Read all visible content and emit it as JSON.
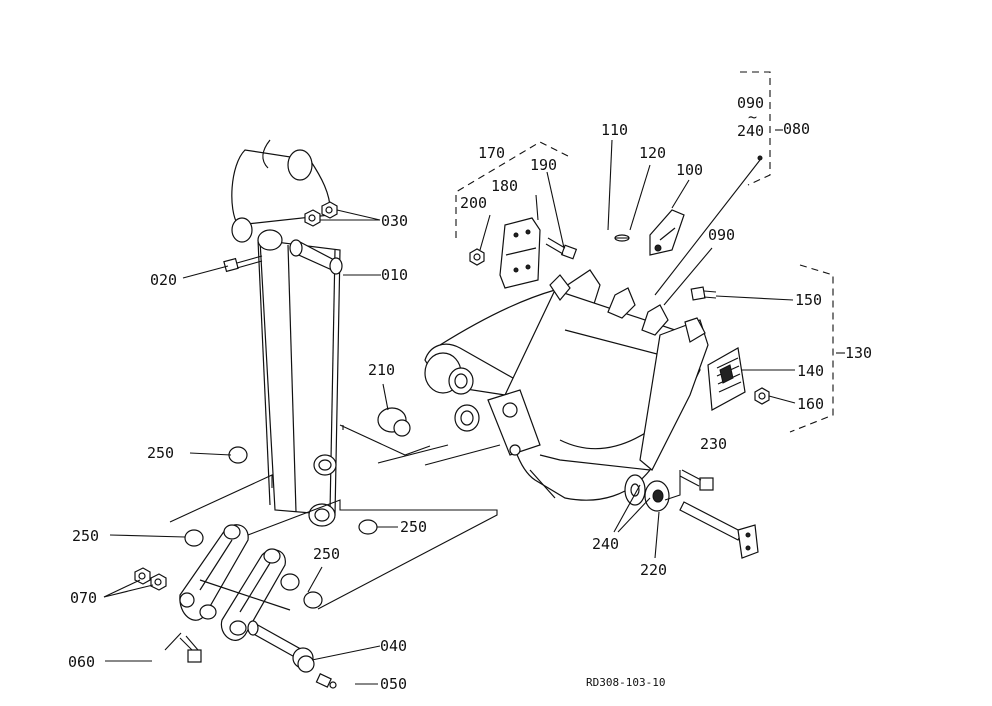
{
  "diagram": {
    "drawing_code": "RD308-103-10",
    "range_sep": "~",
    "labels": {
      "p010": "010",
      "p020": "020",
      "p030": "030",
      "p040": "040",
      "p050": "050",
      "p060": "060",
      "p070": "070",
      "p080": "080",
      "p090_top": "090",
      "p240_top": "240",
      "p090": "090",
      "p100": "100",
      "p110": "110",
      "p120": "120",
      "p130": "130",
      "p140": "140",
      "p150": "150",
      "p160": "160",
      "p170": "170",
      "p180": "180",
      "p190": "190",
      "p200": "200",
      "p210": "210",
      "p220": "220",
      "p230": "230",
      "p240": "240",
      "p250_a": "250",
      "p250_b": "250",
      "p250_c": "250",
      "p250_d": "250"
    }
  }
}
